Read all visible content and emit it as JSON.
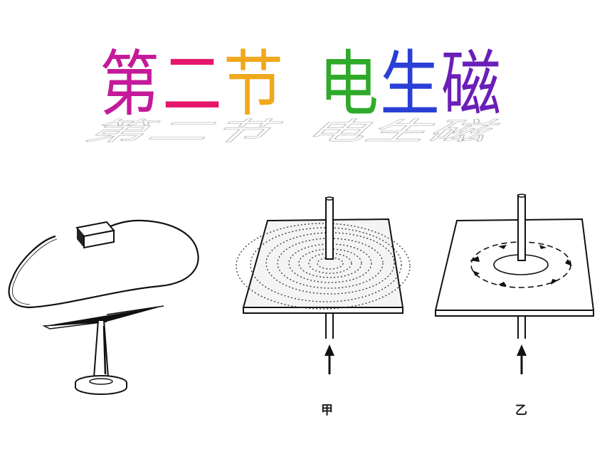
{
  "title": {
    "chars": [
      "第",
      "二",
      "节",
      "电",
      "生",
      "磁"
    ],
    "colors": [
      "#c41a9a",
      "#e6166a",
      "#f0a81c",
      "#2faa2a",
      "#2a3fd6",
      "#6b1fb8"
    ]
  },
  "figures": {
    "left": {
      "icon": "oersted-experiment-illustration"
    },
    "middle": {
      "caption": "甲",
      "icon": "iron-filings-board-illustration"
    },
    "right": {
      "caption": "乙",
      "icon": "compass-ring-board-illustration"
    }
  }
}
